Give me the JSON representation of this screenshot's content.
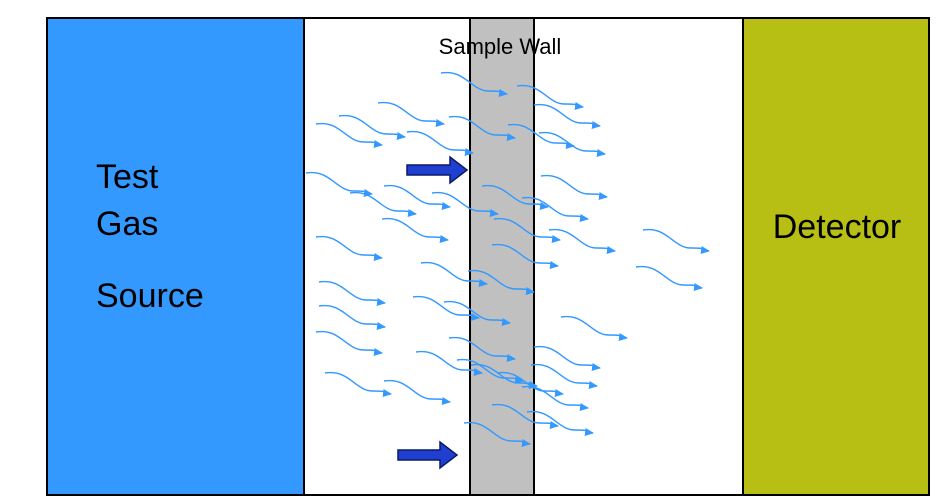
{
  "source": {
    "lines": [
      "Test",
      "Gas",
      "Source"
    ],
    "color": "#3399ff"
  },
  "sample_wall": {
    "label": "Sample Wall",
    "color": "#c0c0c0"
  },
  "detector": {
    "label": "Detector",
    "color": "#b8bf14"
  },
  "colors": {
    "border": "#000000",
    "chamber": "#ffffff",
    "flow_arrow": "#3399ff",
    "push_arrow_fill": "#1f3fd0",
    "push_arrow_stroke": "#0b1a66"
  },
  "icons": {
    "flow": "wavy-arrow-icon",
    "push": "block-arrow-right-icon"
  }
}
